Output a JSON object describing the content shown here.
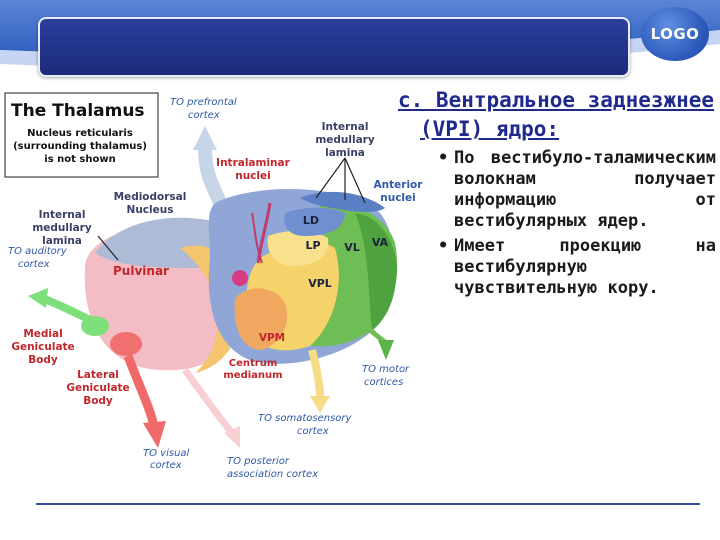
{
  "logo": {
    "text": "LOGO"
  },
  "heading": "с. Вентральное заднезжнее (VPI) ядро:",
  "bullets": [
    "По вестибуло-таламическим волокнам получает информацию от вестибулярных ядер.",
    "Имеет проекцию на вестибулярную чувствительную кору."
  ],
  "figure": {
    "title": "The Thalamus",
    "note": [
      "Nucleus reticularis",
      "(surrounding thalamus)",
      "is not shown"
    ],
    "labels": {
      "prefrontal": [
        "TO prefrontal",
        "cortex"
      ],
      "internal_lamina_top": [
        "Internal",
        "medullary",
        "lamina"
      ],
      "intralaminar": [
        "Intralaminar",
        "nuclei"
      ],
      "mediodorsal": [
        "Mediodorsal",
        "Nucleus"
      ],
      "anterior": [
        "Anterior",
        "nuclei"
      ],
      "internal_lamina_left": [
        "Internal",
        "medullary",
        "lamina"
      ],
      "auditory": [
        "TO auditory",
        "cortex"
      ],
      "pulvinar": "Pulvinar",
      "medial_geniculate": [
        "Medial",
        "Geniculate",
        "Body"
      ],
      "lateral_geniculate": [
        "Lateral",
        "Geniculate",
        "Body"
      ],
      "visual": [
        "TO visual",
        "cortex"
      ],
      "posterior": [
        "TO posterior",
        "association cortex"
      ],
      "somatosensory": [
        "TO somatosensory",
        "cortex"
      ],
      "motor": [
        "TO motor",
        "cortices"
      ],
      "centrum": [
        "Centrum",
        "medianum"
      ],
      "ld": "LD",
      "lp": "LP",
      "vl": "VL",
      "va": "VA",
      "vpl": "VPL",
      "vpm": "VPM"
    }
  },
  "colors": {
    "title_bar": "#22338c",
    "heading": "#1f2a8c",
    "label_blue": "#2f5aa8",
    "label_red": "#c0262b",
    "pulvinar": "#f2b5bd",
    "yellow": "#f6c36a",
    "green": "#6fbe55",
    "blue_nucleus": "#8fa6d6"
  }
}
